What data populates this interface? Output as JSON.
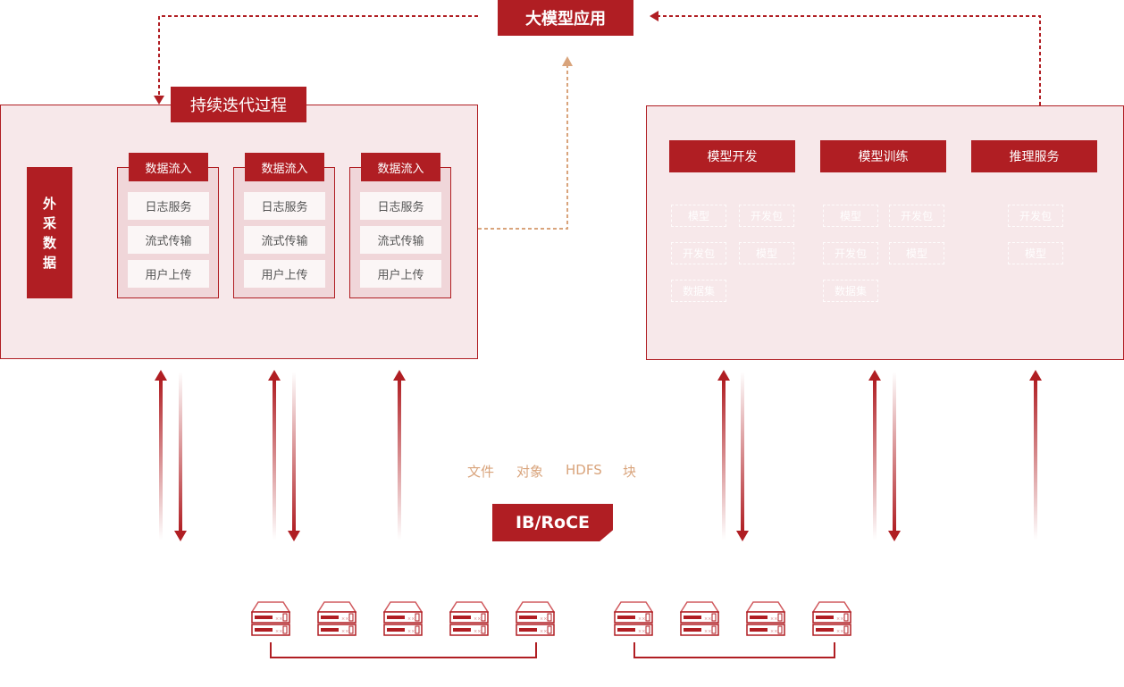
{
  "top": {
    "app_label": "大模型应用"
  },
  "left_panel": {
    "title": "持续迭代过程",
    "external_source": [
      "外",
      "采",
      "数",
      "据"
    ],
    "inflow_groups": [
      {
        "header": "数据流入",
        "items": [
          "日志服务",
          "流式传输",
          "用户上传"
        ]
      },
      {
        "header": "数据流入",
        "items": [
          "日志服务",
          "流式传输",
          "用户上传"
        ]
      },
      {
        "header": "数据流入",
        "items": [
          "日志服务",
          "流式传输",
          "用户上传"
        ]
      }
    ]
  },
  "right_panel": {
    "services": [
      {
        "header": "模型开发",
        "chips": [
          "模型",
          "开发包",
          "开发包",
          "模型",
          "数据集"
        ]
      },
      {
        "header": "模型训练",
        "chips": [
          "模型",
          "开发包",
          "开发包",
          "模型",
          "数据集"
        ]
      },
      {
        "header": "推理服务",
        "chips": [
          "开发包",
          "模型"
        ]
      }
    ]
  },
  "protocols": [
    "文件",
    "对象",
    "HDFS",
    "块"
  ],
  "network": {
    "label": "IB/RoCE"
  },
  "storage": {
    "clusters": [
      {
        "server_count": 5
      },
      {
        "server_count": 4
      }
    ]
  },
  "colors": {
    "brand_red": "#b01e23",
    "panel_bg": "#f7e8ea",
    "inflow_bg": "#f0d6d9",
    "protocol_text": "#d9a47c",
    "feedback_dash": "#d9a47c"
  }
}
